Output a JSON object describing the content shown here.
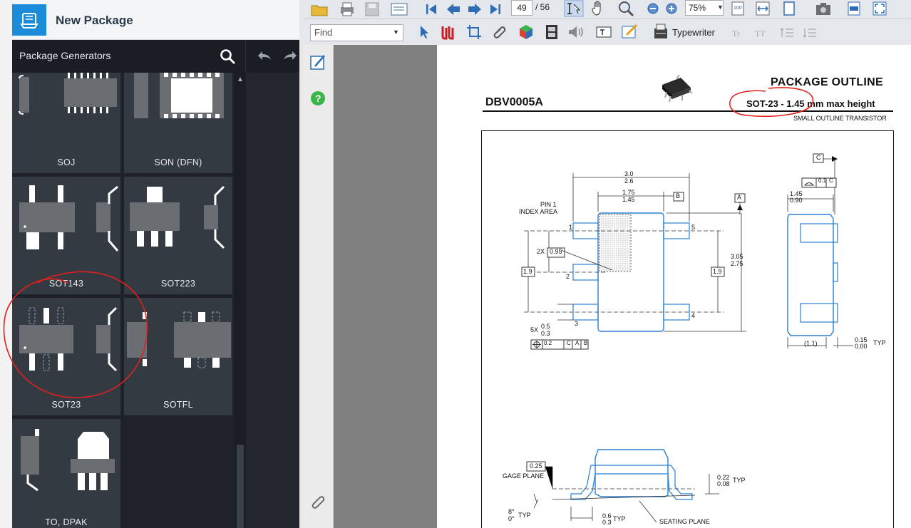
{
  "app": {
    "title": "New Package",
    "panel_title": "Package Generators"
  },
  "packages": [
    {
      "label": "SOJ"
    },
    {
      "label": "SON (DFN)"
    },
    {
      "label": "SOT143"
    },
    {
      "label": "SOT223"
    },
    {
      "label": "SOT23"
    },
    {
      "label": "SOTFL"
    },
    {
      "label": "TO, DPAK"
    }
  ],
  "viewer": {
    "page_current": "49",
    "page_total": "/ 56",
    "zoom": "75%",
    "find_placeholder": "Find",
    "typewriter_label": "Typewriter"
  },
  "document": {
    "heading": "PACKAGE OUTLINE",
    "part_code": "DBV0005A",
    "subtitle": "SOT-23 - 1.45 mm max height",
    "subsubtitle": "SMALL OUTLINE TRANSISTOR",
    "dims": {
      "body_width_max": "3.0",
      "body_width_min": "2.6",
      "lead_span_max": "1.75",
      "lead_span_min": "1.45",
      "datum_b": "B",
      "datum_a": "A",
      "datum_c": "C",
      "pin1_label_1": "PIN 1",
      "pin1_label_2": "INDEX AREA",
      "pitch_label": "2X",
      "pitch_value": "0.95",
      "row_pitch": "1.9",
      "row_pitch_right": "1.9",
      "height_max": "3.05",
      "height_min": "2.75",
      "lead_w_label": "5X",
      "lead_w_max": "0.5",
      "lead_w_min": "0.3",
      "tol_pos": "0.2",
      "tol_refs": [
        "C",
        "A",
        "B"
      ],
      "pin_1": "1",
      "pin_2": "2",
      "pin_3": "3",
      "pin_4": "4",
      "pin_5": "5",
      "side_flat": "0.1",
      "side_flat_ref": "C",
      "side_width_max": "1.45",
      "side_width_min": "0.90",
      "side_ref": "(1.1)",
      "side_gap_max": "0.15",
      "side_gap_min": "0.00",
      "side_gap_typ": "TYP",
      "gage_value": "0.25",
      "gage_label": "GAGE PLANE",
      "angle_max": "8°",
      "angle_min": "0°",
      "angle_typ": "TYP",
      "foot_max": "0.6",
      "foot_min": "0.3",
      "foot_typ": "TYP",
      "lead_t_max": "0.22",
      "lead_t_min": "0.08",
      "lead_t_typ": "TYP",
      "seating_label": "SEATING PLANE"
    }
  },
  "colors": {
    "accent": "#1b8dd8",
    "annotation_red": "#e0201c",
    "panel_dark": "#1e2228",
    "cell_bg": "#343a42",
    "drawing_blue": "#2b7fd0"
  }
}
